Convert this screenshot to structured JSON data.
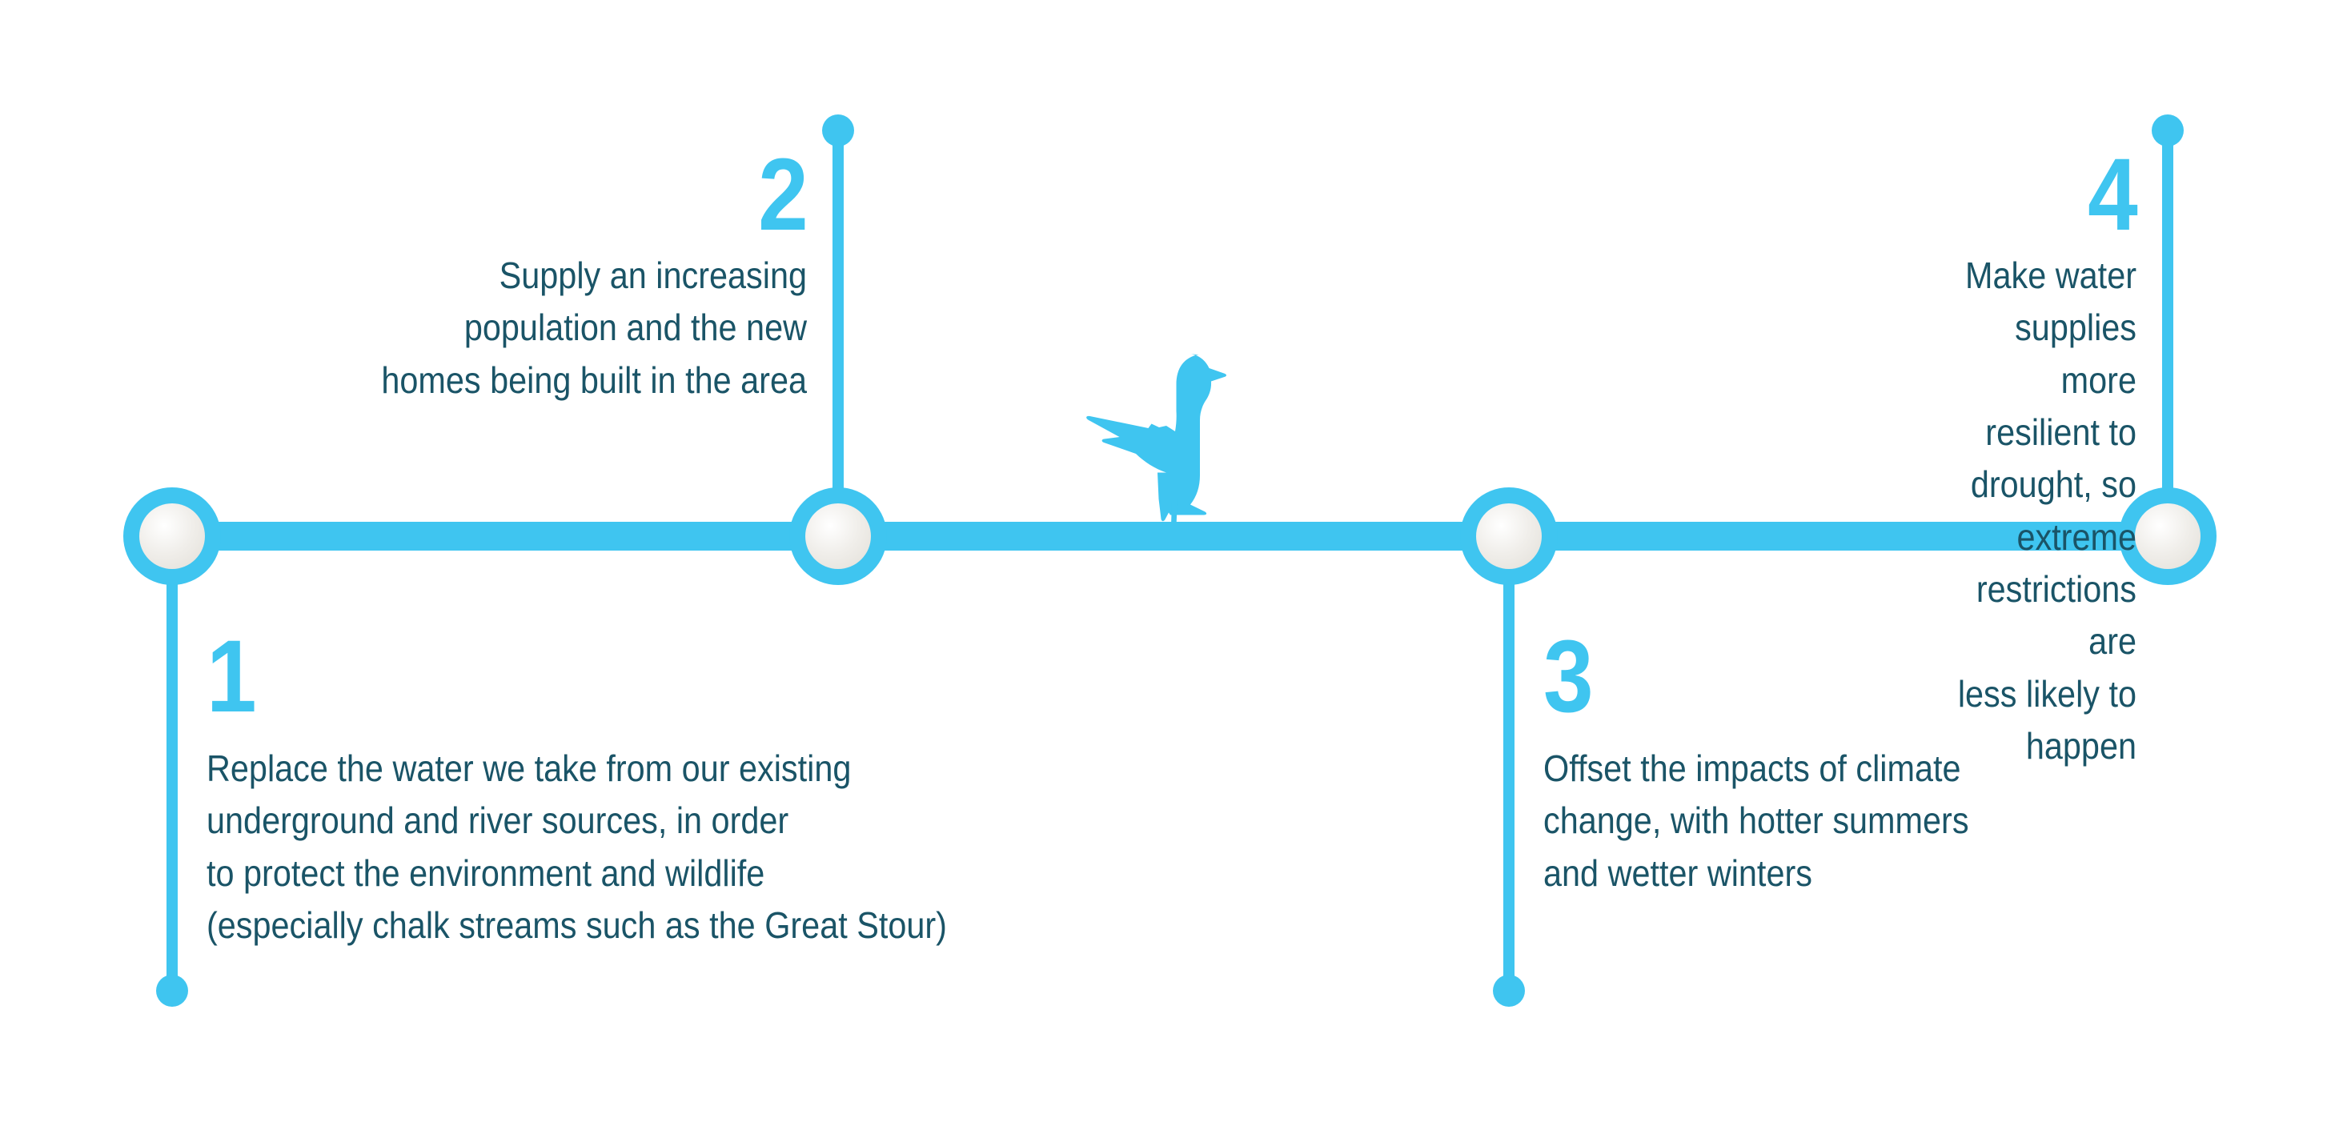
{
  "theme": {
    "background": "#ffffff",
    "accent": "#3FC5F0",
    "ink": "#1A5467",
    "node_fill": "#E8E5DE"
  },
  "timeline": {
    "orientation": "horizontal",
    "node_count": 4,
    "nodes": [
      {
        "id": 1,
        "number": "1",
        "stem_direction": "down"
      },
      {
        "id": 2,
        "number": "2",
        "stem_direction": "up"
      },
      {
        "id": 3,
        "number": "3",
        "stem_direction": "down"
      },
      {
        "id": 4,
        "number": "4",
        "stem_direction": "up"
      }
    ]
  },
  "steps": [
    {
      "number": "1",
      "align": "left",
      "position": "below",
      "text": "Replace the water we take from our existing\nunderground and river sources, in order\nto protect the environment and wildlife\n(especially chalk streams such as the Great Stour)"
    },
    {
      "number": "2",
      "align": "right",
      "position": "above",
      "text": "Supply an increasing\npopulation and the new\nhomes being built in the area"
    },
    {
      "number": "3",
      "align": "left",
      "position": "below",
      "text": "Offset the impacts of climate\nchange, with hotter summers\nand wetter winters"
    },
    {
      "number": "4",
      "align": "right",
      "position": "above",
      "text": "Make water supplies more\nresilient to drought, so\nextreme restrictions are\nless likely to happen"
    }
  ],
  "illustration": {
    "name": "goose-silhouette",
    "description": "goose with spread wings standing on the timeline"
  }
}
